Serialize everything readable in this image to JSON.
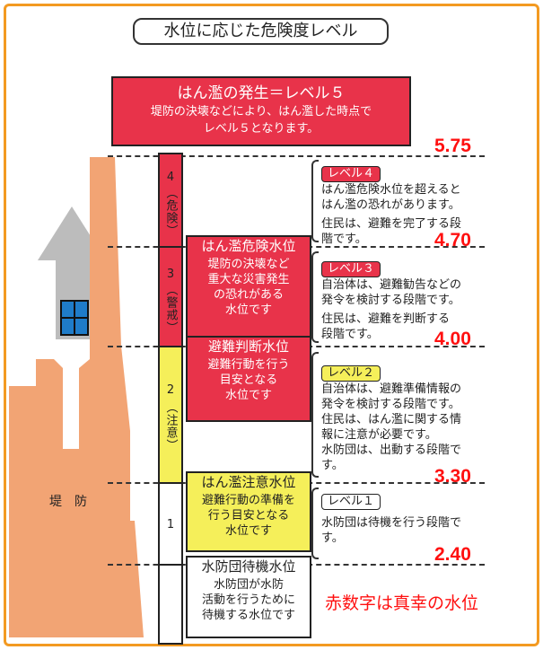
{
  "title": "水位に応じた危険度レベル",
  "flood": {
    "title": "はん濫の発生＝レベル５",
    "desc_line1": "堤防の決壊などにより、はん濫した時点で",
    "desc_line2": "レベル５となります。"
  },
  "dike_label": "堤　防",
  "values": [
    "5.75",
    "4.70",
    "4.00",
    "3.30",
    "2.40"
  ],
  "bars": [
    {
      "num": "4",
      "label": "（危険）",
      "color": "#e8334a"
    },
    {
      "num": "3",
      "label": "（警戒）",
      "color": "#e8334a"
    },
    {
      "num": "2",
      "label": "（注意）",
      "color": "#f5ef5a"
    },
    {
      "num": "1",
      "label": "",
      "color": "#ffffff"
    },
    {
      "num": "",
      "label": "",
      "color": "#ffffff"
    }
  ],
  "water_levels": [
    {
      "title": "はん濫危険水位",
      "lines": [
        "堤防の決壊など",
        "重大な災害発生",
        "の恐れがある",
        "水位です"
      ],
      "color": "#e8334a",
      "text_color": "#ffffff"
    },
    {
      "title": "避難判断水位",
      "lines": [
        "避難行動を行う",
        "目安となる",
        "水位です"
      ],
      "color": "#e8334a",
      "text_color": "#ffffff"
    },
    {
      "title": "はん濫注意水位",
      "lines": [
        "避難行動の準備を",
        "行う目安となる",
        "水位です"
      ],
      "color": "#f5ef5a",
      "text_color": "#222222"
    },
    {
      "title": "水防団待機水位",
      "lines": [
        "水防団が水防",
        "活動を行うために",
        "待機する水位です"
      ],
      "color": "#ffffff",
      "text_color": "#222222"
    }
  ],
  "levels": [
    {
      "tag": "レベル４",
      "tag_color": "#e8334a",
      "p1": [
        "はん濫危険水位を超えると",
        "はん濫の恐れがあります。"
      ],
      "p2": [
        "住民は、避難を完了する段",
        "階です。"
      ]
    },
    {
      "tag": "レベル３",
      "tag_color": "#e8334a",
      "p1": [
        "自治体は、避難勧告などの",
        "発令を検討する段階です。"
      ],
      "p2": [
        "住民は、避難を判断する",
        "段階です。"
      ]
    },
    {
      "tag": "レベル２",
      "tag_color": "#f5ef5a",
      "p1": [
        "自治体は、避難準備情報の",
        "発令を検討する段階です。"
      ],
      "p2": [
        "住民は、はん濫に関する情",
        "報に注意が必要です。"
      ],
      "p3": [
        "水防団は、出動する段階で",
        "す。"
      ]
    },
    {
      "tag": "レベル１",
      "tag_color": "#ffffff",
      "p1": [
        "水防団は待機を行う段階で",
        "す。"
      ]
    }
  ],
  "note": "赤数字は真幸の水位"
}
